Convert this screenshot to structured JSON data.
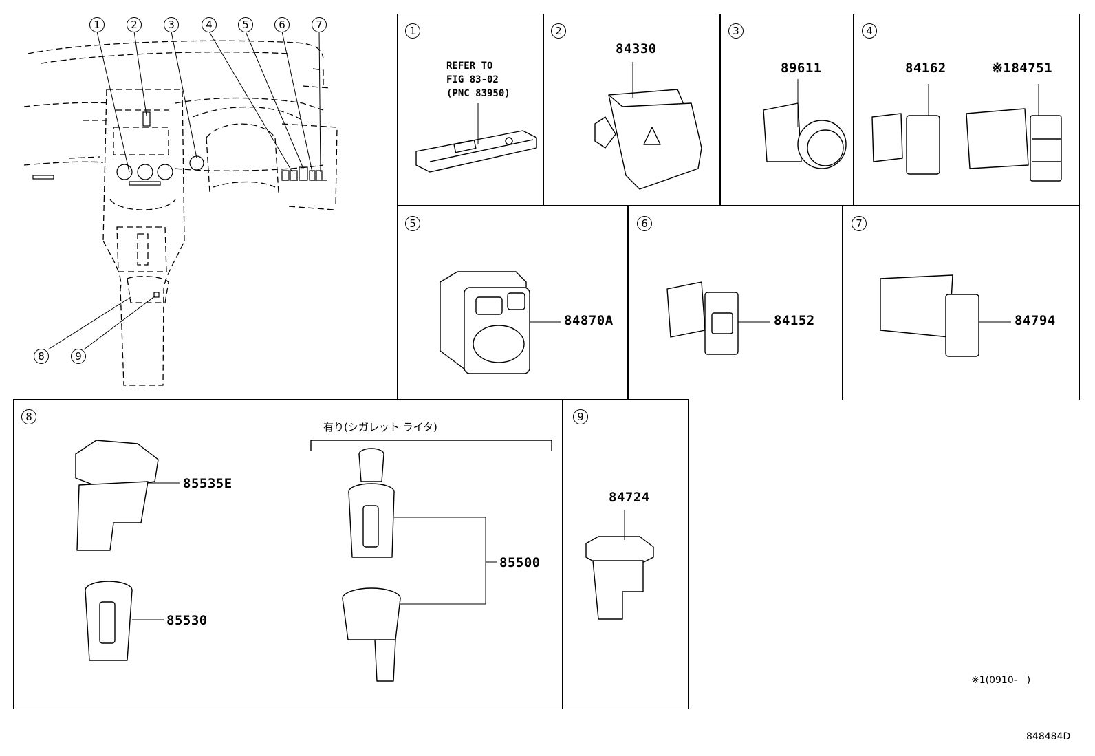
{
  "overview": {
    "callouts": [
      "1",
      "2",
      "3",
      "4",
      "5",
      "6",
      "7",
      "8",
      "9"
    ]
  },
  "panels": [
    {
      "num": "1",
      "note": "REFER TO\nFIG 83-02\n(PNC 83950)"
    },
    {
      "num": "2",
      "part": "84330"
    },
    {
      "num": "3",
      "part": "89611"
    },
    {
      "num": "4",
      "part": "84162",
      "part2": "※184751"
    },
    {
      "num": "5",
      "part": "84870A"
    },
    {
      "num": "6",
      "part": "84152"
    },
    {
      "num": "7",
      "part": "84794"
    },
    {
      "num": "8",
      "parts": [
        "85535E",
        "85530",
        "85500"
      ],
      "bracket_label": "有り(シガレット ライタ)"
    },
    {
      "num": "9",
      "part": "84724"
    }
  ],
  "footnote": "※1(0910-　)",
  "figure_id": "848484D",
  "colors": {
    "line": "#000000",
    "background": "#ffffff"
  }
}
